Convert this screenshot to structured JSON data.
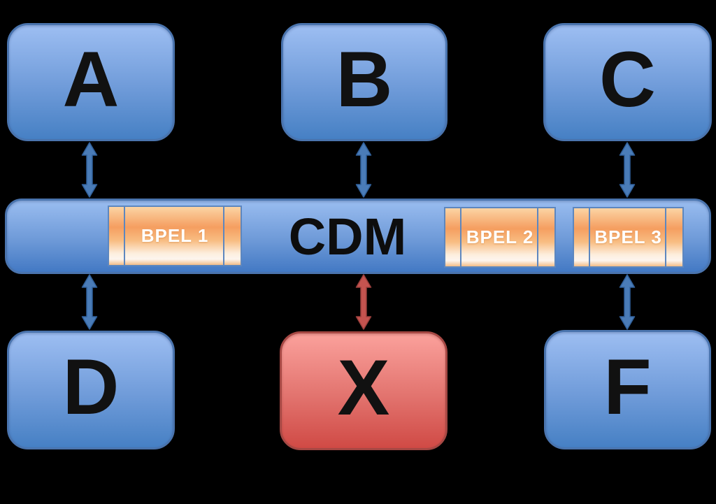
{
  "diagram": {
    "background_color": "#000000",
    "colors": {
      "node_blue_top": "#9dbef2",
      "node_blue_bottom": "#4680c4",
      "node_blue_border": "#4a74ae",
      "node_red_top": "#fba19c",
      "node_red_bottom": "#d04a45",
      "node_red_border": "#a64844",
      "bus_top": "#9abdf0",
      "bus_bottom": "#4379c4",
      "bpel_orange": "#f59e60",
      "bpel_border": "#5d87bf",
      "arrow_blue": "#4a7cb8",
      "arrow_red": "#c4534f",
      "node_label_color": "#111111",
      "bpel_label_color": "#ffffff"
    },
    "top_boxes": [
      {
        "label": "A",
        "variant": "blue"
      },
      {
        "label": "B",
        "variant": "blue"
      },
      {
        "label": "C",
        "variant": "blue"
      }
    ],
    "bus": {
      "label": "CDM",
      "processes": [
        {
          "label": "BPEL 1"
        },
        {
          "label": "BPEL 2"
        },
        {
          "label": "BPEL 3"
        }
      ]
    },
    "bottom_boxes": [
      {
        "label": "D",
        "variant": "blue"
      },
      {
        "label": "X",
        "variant": "red"
      },
      {
        "label": "F",
        "variant": "blue"
      }
    ],
    "connections": [
      {
        "from": "A",
        "to": "CDM",
        "style": "blue-double-arrow"
      },
      {
        "from": "B",
        "to": "CDM",
        "style": "blue-double-arrow"
      },
      {
        "from": "C",
        "to": "CDM",
        "style": "blue-double-arrow"
      },
      {
        "from": "CDM",
        "to": "D",
        "style": "blue-double-arrow"
      },
      {
        "from": "CDM",
        "to": "X",
        "style": "red-double-arrow"
      },
      {
        "from": "CDM",
        "to": "F",
        "style": "blue-double-arrow"
      }
    ]
  }
}
